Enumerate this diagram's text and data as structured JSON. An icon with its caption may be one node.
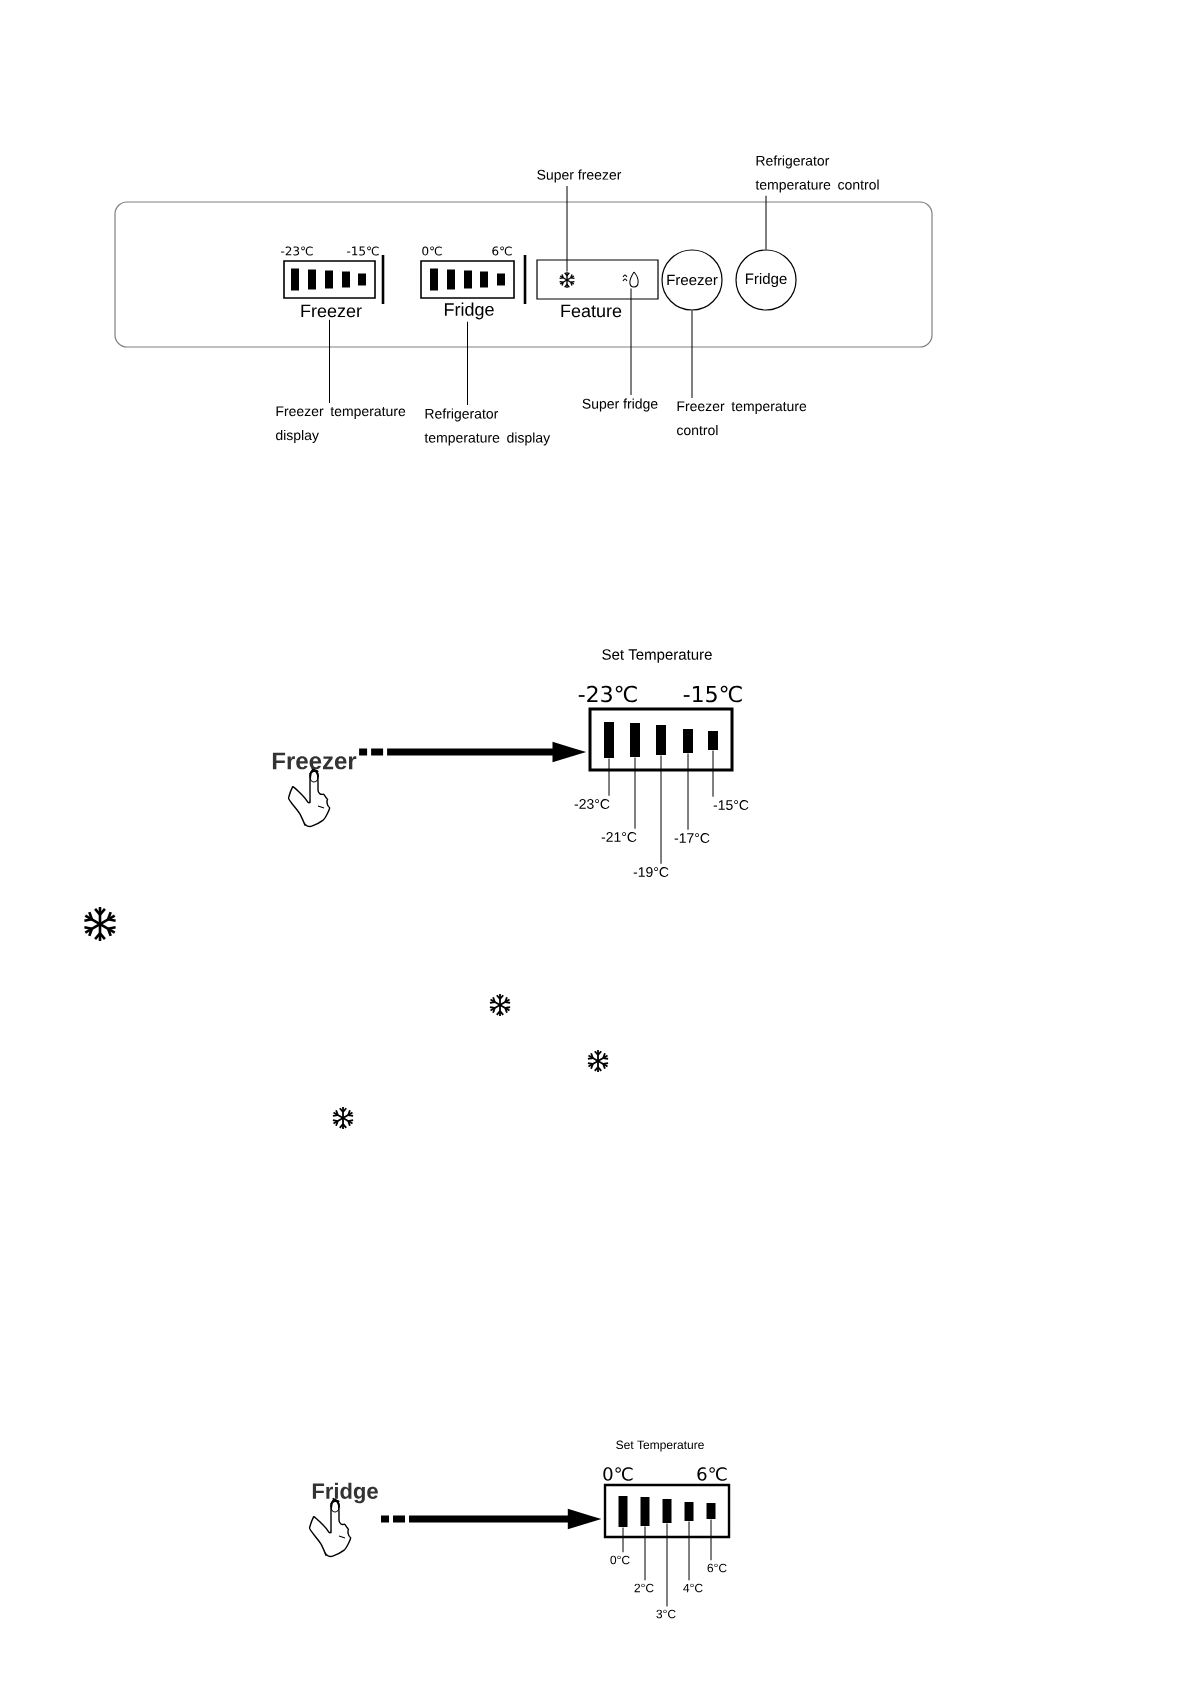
{
  "diagram": {
    "nodes": [
      {
        "text": [],
        "shape": "box"
      },
      {
        "text": [
          "-23℃",
          "-15℃",
          "Freezer"
        ],
        "in": 0
      },
      {
        "text": [
          "0℃",
          "6℃",
          "Fridge"
        ],
        "in": 0
      },
      {
        "text": [
          "Feature"
        ],
        "in": 0
      },
      {
        "text": [],
        "shape": "snowflake",
        "in": 3
      },
      {
        "text": [],
        "shape": "drop",
        "in": 3
      },
      {
        "text": [
          "Freezer"
        ],
        "in": 0
      },
      {
        "text": [
          "Fridge"
        ],
        "in": 0
      },
      {
        "text": [
          "Super freezer"
        ]
      },
      {
        "text": [
          "Refrigerator temperature control"
        ]
      },
      {
        "text": [
          "Freezer temperature display"
        ]
      },
      {
        "text": [
          "Refrigerator temperature display"
        ]
      },
      {
        "text": [
          "Super fridge"
        ]
      },
      {
        "text": [
          "Freezer temperature control"
        ]
      },
      {
        "text": [
          "Freezer"
        ]
      },
      {
        "text": [
          "Set Temperature",
          "-23℃",
          "-15℃"
        ]
      },
      {
        "text": [],
        "shape": "bar",
        "in": 15
      },
      {
        "text": [],
        "shape": "bar",
        "in": 15
      },
      {
        "text": [],
        "shape": "bar",
        "in": 15
      },
      {
        "text": [],
        "shape": "bar",
        "in": 15
      },
      {
        "text": [],
        "shape": "bar",
        "in": 15
      },
      {
        "text": [
          "-23°C"
        ]
      },
      {
        "text": [
          "-21°C"
        ]
      },
      {
        "text": [
          "-19°C"
        ]
      },
      {
        "text": [
          "-17°C"
        ]
      },
      {
        "text": [
          "-15°C"
        ]
      },
      {
        "text": [
          "Fridge"
        ]
      },
      {
        "text": [
          "Set Temperature",
          "0℃",
          "6℃"
        ]
      },
      {
        "text": [],
        "shape": "bar",
        "in": 27
      },
      {
        "text": [],
        "shape": "bar",
        "in": 27
      },
      {
        "text": [],
        "shape": "bar",
        "in": 27
      },
      {
        "text": [],
        "shape": "bar",
        "in": 27
      },
      {
        "text": [],
        "shape": "bar",
        "in": 27
      },
      {
        "text": [
          "0°C"
        ]
      },
      {
        "text": [
          "2°C"
        ]
      },
      {
        "text": [
          "3°C"
        ]
      },
      {
        "text": [
          "4°C"
        ]
      },
      {
        "text": [
          "6°C"
        ]
      }
    ],
    "edges": [
      {
        "from": 8,
        "to": 4,
        "arrow": "none"
      },
      {
        "from": 9,
        "to": 7,
        "arrow": "none"
      },
      {
        "from": 10,
        "to": 1,
        "arrow": "none"
      },
      {
        "from": 11,
        "to": 2,
        "arrow": "none"
      },
      {
        "from": 12,
        "to": 5,
        "arrow": "none"
      },
      {
        "from": 13,
        "to": 6,
        "arrow": "none"
      },
      {
        "from": 14,
        "to": 15,
        "arrow": "to",
        "style": "dashed"
      },
      {
        "from": 21,
        "to": 16,
        "arrow": "none"
      },
      {
        "from": 22,
        "to": 17,
        "arrow": "none"
      },
      {
        "from": 23,
        "to": 18,
        "arrow": "none"
      },
      {
        "from": 24,
        "to": 19,
        "arrow": "none"
      },
      {
        "from": 25,
        "to": 20,
        "arrow": "none"
      },
      {
        "from": 26,
        "to": 27,
        "arrow": "to",
        "style": "dashed"
      },
      {
        "from": 33,
        "to": 28,
        "arrow": "none"
      },
      {
        "from": 34,
        "to": 29,
        "arrow": "none"
      },
      {
        "from": 35,
        "to": 30,
        "arrow": "none"
      },
      {
        "from": 36,
        "to": 31,
        "arrow": "none"
      },
      {
        "from": 37,
        "to": 32,
        "arrow": "none"
      }
    ]
  }
}
